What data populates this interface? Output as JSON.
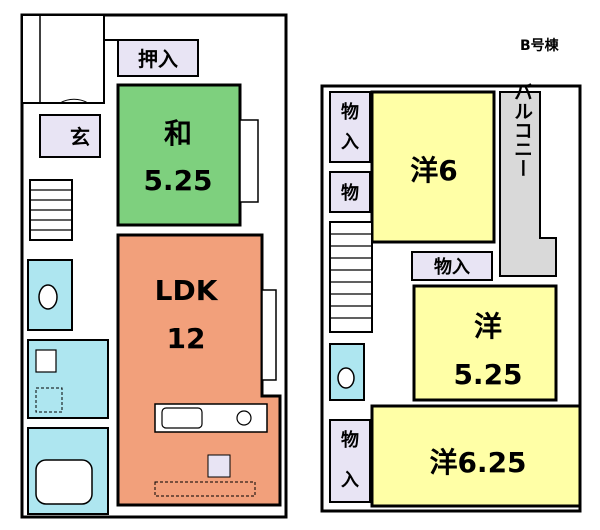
{
  "unit_label": "B号棟",
  "floor1": {
    "closet_oshiire": "押入",
    "entrance": "玄",
    "washitsu_name": "和",
    "washitsu_size": "5.25",
    "ldk_name": "LDK",
    "ldk_size": "12"
  },
  "floor2": {
    "storage_top_1": "物",
    "storage_top_2": "入",
    "storage_mid": "物",
    "storage_right": "物入",
    "storage_bottom_1": "物",
    "storage_bottom_2": "入",
    "room1_name": "洋6",
    "room2_name": "洋",
    "room2_size": "5.25",
    "room3_name": "洋6.25",
    "balcony": "バルコニー"
  },
  "colors": {
    "washitsu": "#7ed07e",
    "ldk": "#f2a07b",
    "western": "#ffffa6",
    "wet_area": "#aee6f0",
    "storage": "#e8e4f4",
    "balcony": "#d9d9d9",
    "wall": "#000000"
  }
}
